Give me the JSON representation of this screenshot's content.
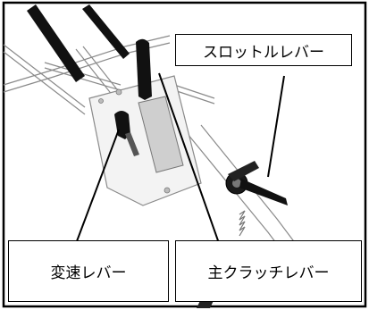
{
  "labels": {
    "throttle_lever": "スロットルレバー",
    "shift_lever": "変速レバー",
    "main_clutch_lever": "主クラッチレバー"
  },
  "colors": {
    "frame": "#000000",
    "machine_body": "#f3f3f3",
    "machine_outline": "#8a8a8a",
    "lever_black": "#111111",
    "background": "#ffffff"
  }
}
